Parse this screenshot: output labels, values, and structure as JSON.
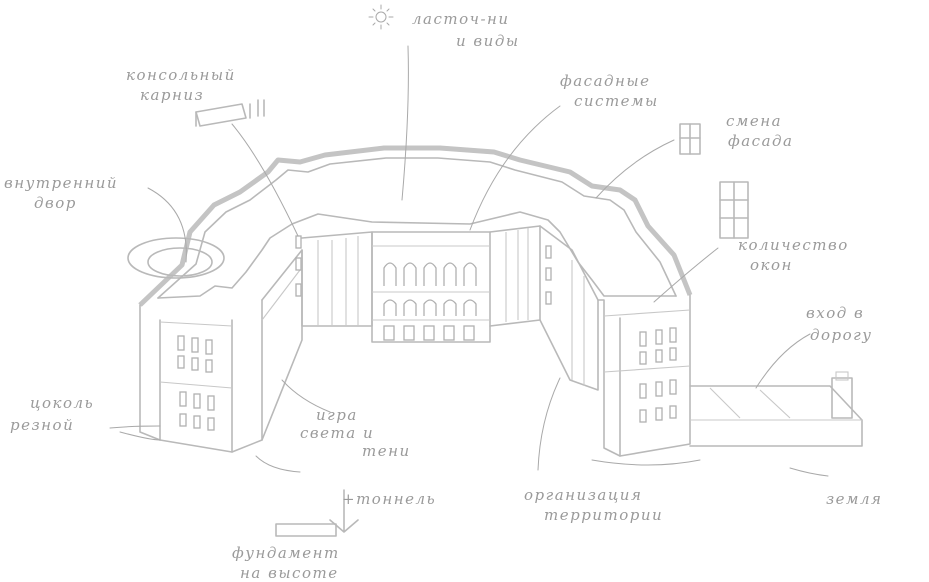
{
  "annotations": {
    "sun_views": [
      "ласточ-ни",
      "и виды"
    ],
    "console": [
      "консольный",
      "карниз"
    ],
    "facade": [
      "фасадные",
      "системы"
    ],
    "window_change": [
      "смена",
      "фасада"
    ],
    "courtyard": [
      "внутренний",
      "двор"
    ],
    "window_count": [
      "количество",
      "окон"
    ],
    "entrance": [
      "вход в",
      "дорогу"
    ],
    "plinth": [
      "цоколь",
      "резной"
    ],
    "light": [
      "игра",
      "света и",
      "тени"
    ],
    "mark": [
      "+тоннель"
    ],
    "foundation": [
      "фундамент",
      "на высоте"
    ],
    "arrangement": [
      "организация",
      "территории"
    ],
    "ground": [
      "земля"
    ]
  },
  "colors": {
    "line": "#b9b9b9",
    "text": "#9a9a9a",
    "background": "#ffffff"
  },
  "icons": [
    "sun-icon"
  ]
}
